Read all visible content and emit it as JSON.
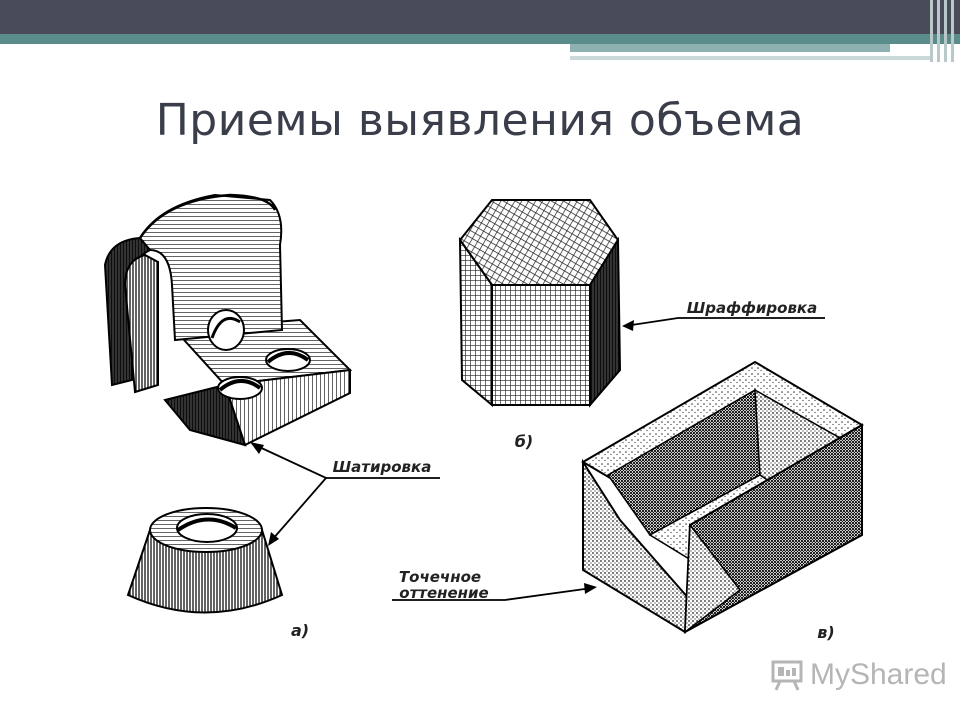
{
  "slide": {
    "title": "Приемы выявления объема"
  },
  "labels": {
    "hatching": "Шраффировка",
    "shading": "Шатировка",
    "dots_line1": "Точечное",
    "dots_line2": "оттенение",
    "fig_a": "а)",
    "fig_b": "б)",
    "fig_c": "в)"
  },
  "watermark": {
    "text": "MyShared",
    "icon": "presentation-board-icon"
  },
  "colors": {
    "topbar": "#4a4b5a",
    "stripe": "#5b8c8c",
    "title": "#3a3d4a"
  }
}
